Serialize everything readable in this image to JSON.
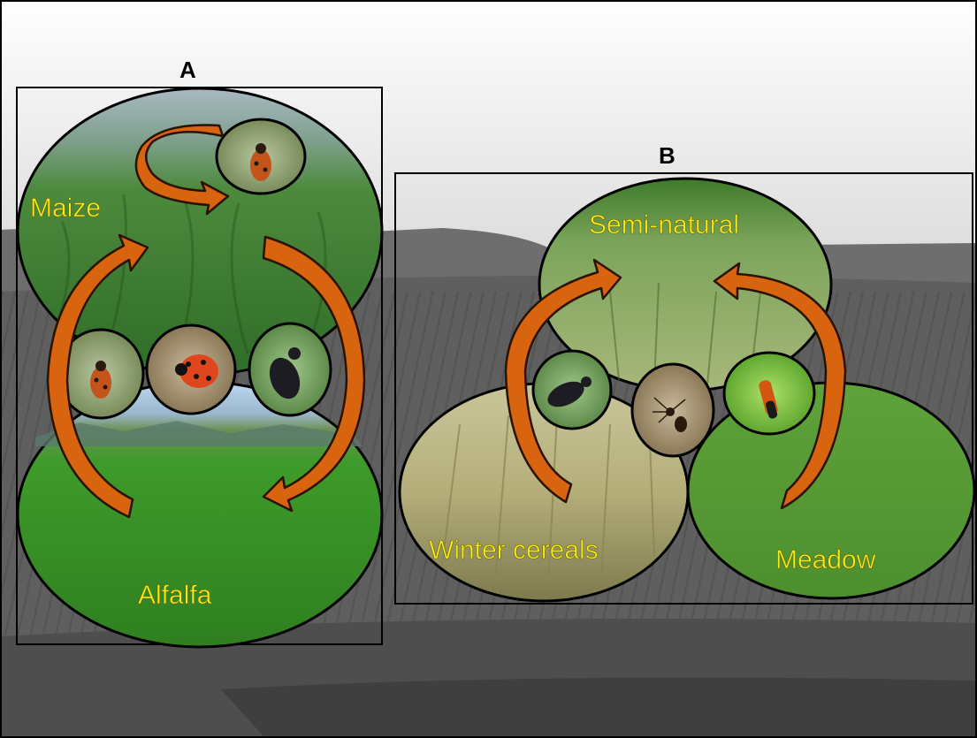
{
  "panels": [
    {
      "letter": "A",
      "habitats": [
        "Maize",
        "Alfalfa"
      ]
    },
    {
      "letter": "B",
      "habitats": [
        "Semi-natural",
        "Winter cereals",
        "Meadow"
      ]
    }
  ],
  "colors": {
    "arrow_fill": "#d9640f",
    "label_text": "#f5ee1e",
    "background_sky": "#d7d7d7",
    "background_field": "#595959"
  },
  "insects": [
    "ladybird-larva-icon",
    "ladybird-icon",
    "ground-beetle-icon",
    "spider-icon",
    "rove-beetle-icon"
  ]
}
